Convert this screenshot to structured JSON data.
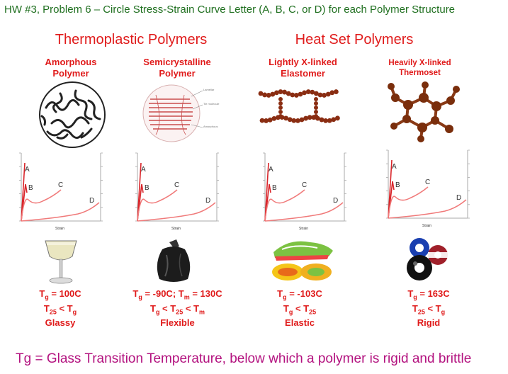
{
  "header": {
    "text": "HW #3, Problem 6 – Circle Stress-Strain Curve Letter (A, B, C, or D) for each Polymer Structure"
  },
  "groups": {
    "thermoplastic": "Thermoplastic Polymers",
    "heat_set": "Heat Set Polymers"
  },
  "columns": [
    {
      "title1": "Amorphous",
      "title2": "Polymer",
      "props": {
        "tg_sub": "g",
        "tg_value": " = 100C",
        "line2_a": "T",
        "line2_a_sub": "25",
        "line2_op": " < T",
        "line2_b_sub": "g",
        "line3": "Glassy"
      }
    },
    {
      "title1": "Semicrystalline",
      "title2": "Polymer",
      "props": {
        "tg_sub": "g",
        "tg_value": " = -90C; T",
        "tm_sub": "m",
        "tm_value": " = 130C",
        "line2_a": "T",
        "line2_a_sub": "g",
        "line2_op": " < T",
        "line2_b_sub": "25",
        "line2_op2": " < T",
        "line2_c_sub": "m",
        "line3": "Flexible"
      }
    },
    {
      "title1": "Lightly X-linked",
      "title2": "Elastomer",
      "props": {
        "tg_sub": "g",
        "tg_value": " = -103C",
        "line2_a": "T",
        "line2_a_sub": "g",
        "line2_op": " < T",
        "line2_b_sub": "25",
        "line3": "Elastic"
      }
    },
    {
      "title1": "Heavily X-linked",
      "title2": "Thermoset",
      "props": {
        "tg_sub": "g",
        "tg_value": " = 163C",
        "line2_a": "T",
        "line2_a_sub": "25",
        "line2_op": " < T",
        "line2_b_sub": "g",
        "line3": "Rigid"
      }
    }
  ],
  "chart_labels": {
    "A": "A",
    "B": "B",
    "C": "C",
    "D": "D",
    "strain": "Strain"
  },
  "footer": {
    "text": "Tg = Glass Transition Temperature, below which a polymer is rigid and brittle"
  },
  "colors": {
    "title_red": "#e01b1b",
    "header_green": "#1f6f1f",
    "footer_magenta": "#b3127f",
    "curve_pink": "#f07a7a",
    "curve_red": "#d9262b"
  }
}
